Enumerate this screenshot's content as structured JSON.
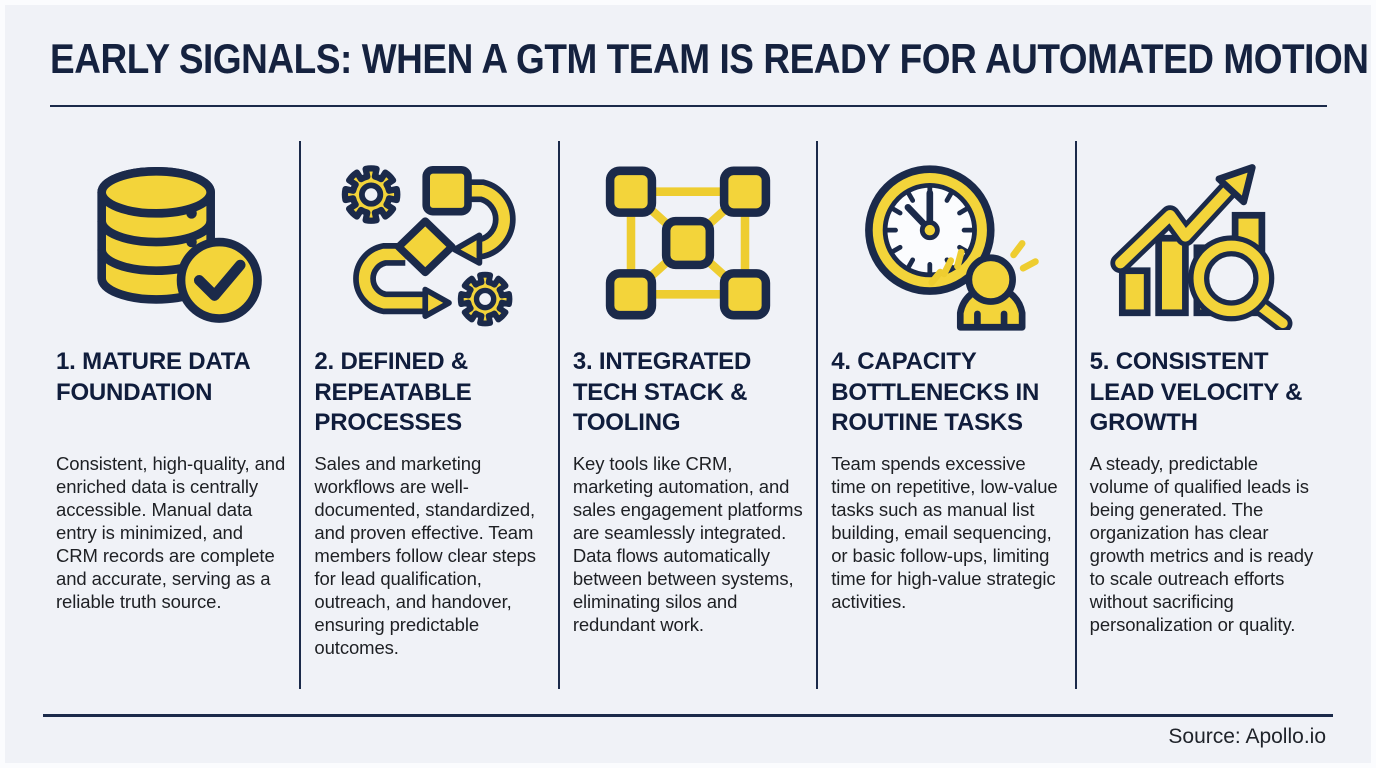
{
  "page": {
    "title": "EARLY SIGNALS: WHEN A GTM TEAM IS READY FOR AUTOMATED MOTION",
    "source": "Source: Apollo.io"
  },
  "colors": {
    "background": "#f0f2f7",
    "navy": "#1b2a4a",
    "yellow": "#f3d43a",
    "heading_text": "#101d3c",
    "body_text": "#1e2024"
  },
  "columns": [
    {
      "icon": "database-check-icon",
      "heading": "1. MATURE DATA FOUNDATION",
      "body": "Consistent, high-quality, and enriched data is centrally accessible. Manual data entry is minimized, and CRM records are complete and accurate, serving as a reliable truth source."
    },
    {
      "icon": "process-workflow-icon",
      "heading": "2. DEFINED & REPEATABLE PROCESSES",
      "body": "Sales and marketing workflows are well-documented, standardized, and proven effective. Team members follow clear steps for lead qualification, outreach, and handover, ensuring predictable outcomes."
    },
    {
      "icon": "integrated-network-icon",
      "heading": "3. INTEGRATED TECH STACK & TOOLING",
      "body": "Key tools like CRM, marketing automation, and sales engagement platforms are seamlessly integrated. Data flows automatically between between systems, eliminating silos and redundant work."
    },
    {
      "icon": "clock-person-icon",
      "heading": "4. CAPACITY BOTTLENECKS IN ROUTINE TASKS",
      "body": "Team spends excessive time on repetitive, low-value tasks such as manual list building, email sequencing, or basic follow-ups, limiting time for high-value strategic activities."
    },
    {
      "icon": "growth-magnifier-icon",
      "heading": "5. CONSISTENT LEAD VELOCITY & GROWTH",
      "body": "A steady, predictable volume of qualified leads is being generated. The organization has clear growth metrics and is ready to scale outreach efforts without sacrificing personalization or quality."
    }
  ]
}
